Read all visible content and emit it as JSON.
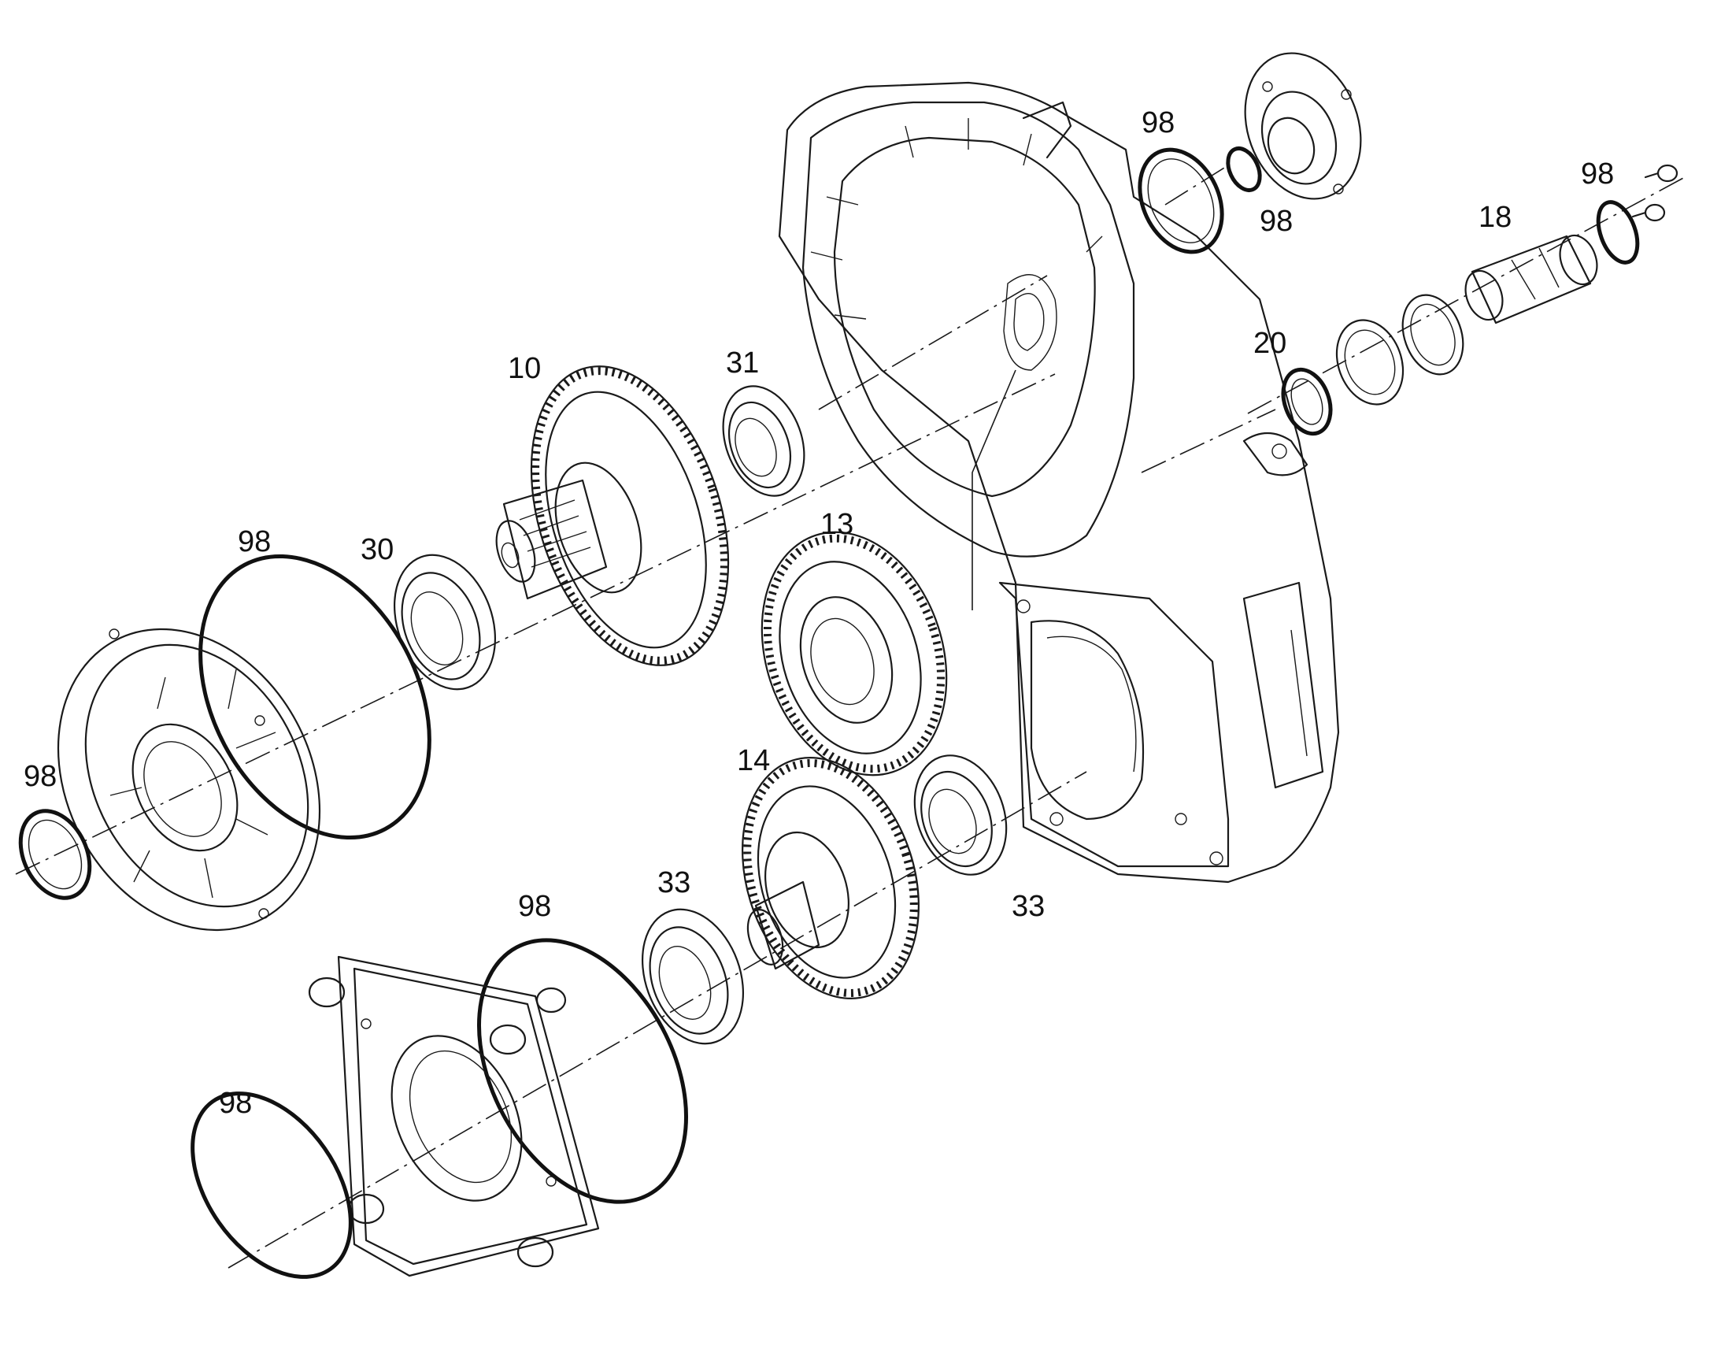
{
  "callouts": [
    {
      "id": "c1",
      "text": "98"
    },
    {
      "id": "c2",
      "text": "98"
    },
    {
      "id": "c3",
      "text": "98"
    },
    {
      "id": "c4",
      "text": "18"
    },
    {
      "id": "c5",
      "text": "20"
    },
    {
      "id": "c6",
      "text": "10"
    },
    {
      "id": "c7",
      "text": "31"
    },
    {
      "id": "c8",
      "text": "13"
    },
    {
      "id": "c9",
      "text": "98"
    },
    {
      "id": "c10",
      "text": "30"
    },
    {
      "id": "c11",
      "text": "98"
    },
    {
      "id": "c12",
      "text": "14"
    },
    {
      "id": "c13",
      "text": "33"
    },
    {
      "id": "c14",
      "text": "33"
    },
    {
      "id": "c15",
      "text": "98"
    },
    {
      "id": "c16",
      "text": "98"
    }
  ]
}
